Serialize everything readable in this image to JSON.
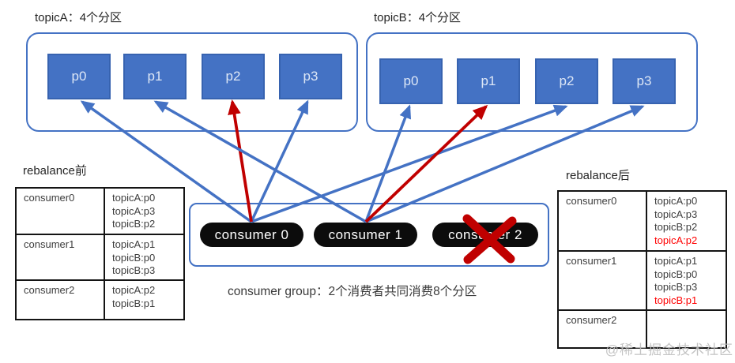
{
  "topicA": {
    "title": "topicA：4个分区",
    "partitions": [
      "p0",
      "p1",
      "p2",
      "p3"
    ]
  },
  "topicB": {
    "title": "topicB：4个分区",
    "partitions": [
      "p0",
      "p1",
      "p2",
      "p3"
    ]
  },
  "consumer_group": {
    "consumers": [
      "consumer 0",
      "consumer 1",
      "consumer 2"
    ],
    "crossed_out_index": 2,
    "caption": "consumer group：2个消费者共同消费8个分区"
  },
  "before": {
    "title": "rebalance前",
    "rows": [
      {
        "consumer": "consumer0",
        "lines": [
          {
            "text": "topicA:p0",
            "red": false
          },
          {
            "text": "topicA:p3",
            "red": false
          },
          {
            "text": "topicB:p2",
            "red": false
          }
        ]
      },
      {
        "consumer": "consumer1",
        "lines": [
          {
            "text": "topicA:p1",
            "red": false
          },
          {
            "text": "topicB:p0",
            "red": false
          },
          {
            "text": "topicB:p3",
            "red": false
          }
        ]
      },
      {
        "consumer": "consumer2",
        "lines": [
          {
            "text": "topicA:p2",
            "red": false
          },
          {
            "text": "topicB:p1",
            "red": false
          }
        ]
      }
    ]
  },
  "after": {
    "title": "rebalance后",
    "rows": [
      {
        "consumer": "consumer0",
        "lines": [
          {
            "text": "topicA:p0",
            "red": false
          },
          {
            "text": "topicA:p3",
            "red": false
          },
          {
            "text": "topicB:p2",
            "red": false
          },
          {
            "text": "topicA:p2",
            "red": true
          }
        ]
      },
      {
        "consumer": "consumer1",
        "lines": [
          {
            "text": "topicA:p1",
            "red": false
          },
          {
            "text": "topicB:p0",
            "red": false
          },
          {
            "text": "topicB:p3",
            "red": false
          },
          {
            "text": "topicB:p1",
            "red": true
          }
        ]
      },
      {
        "consumer": "consumer2",
        "lines": []
      }
    ]
  },
  "arrows": [
    {
      "from": "consumer0",
      "to": "topicA_p0",
      "color": "blue"
    },
    {
      "from": "consumer0",
      "to": "topicA_p3",
      "color": "blue"
    },
    {
      "from": "consumer0",
      "to": "topicB_p2",
      "color": "blue"
    },
    {
      "from": "consumer0",
      "to": "topicA_p2",
      "color": "red"
    },
    {
      "from": "consumer1",
      "to": "topicA_p1",
      "color": "blue"
    },
    {
      "from": "consumer1",
      "to": "topicB_p0",
      "color": "blue"
    },
    {
      "from": "consumer1",
      "to": "topicB_p3",
      "color": "blue"
    },
    {
      "from": "consumer1",
      "to": "topicB_p1",
      "color": "red"
    }
  ],
  "watermark": "@稀土掘金技术社区",
  "colors": {
    "partition_fill": "#4472c4",
    "partition_border": "#3763b0",
    "container_border": "#4472c4",
    "arrow_blue": "#4472c4",
    "arrow_red": "#c00000",
    "table_red_text": "#ff0000",
    "pill_background": "#0c0c0c",
    "watermark_gray": "#bdbdbd"
  }
}
